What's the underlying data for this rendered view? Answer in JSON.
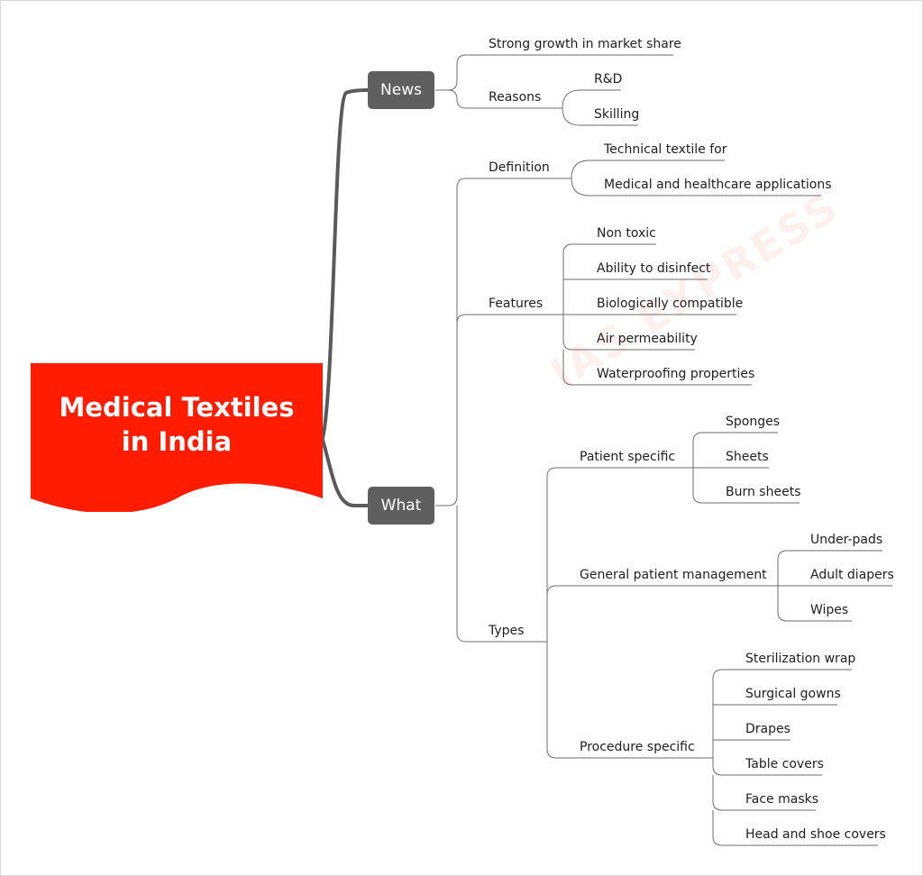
{
  "root": {
    "title": "Medical Textiles\nin India",
    "color": "#ff1c00"
  },
  "branches": {
    "news": {
      "label": "News",
      "items": {
        "strong_growth": "Strong growth in market share",
        "reasons": {
          "label": "Reasons",
          "children": [
            "R&D",
            "Skilling"
          ]
        }
      }
    },
    "what": {
      "label": "What",
      "items": {
        "definition": {
          "label": "Definition",
          "children": [
            "Technical textile for",
            "Medical and healthcare applications"
          ]
        },
        "features": {
          "label": "Features",
          "children": [
            "Non toxic",
            "Ability to disinfect",
            "Biologically compatible",
            "Air permeability",
            "Waterproofing properties"
          ]
        },
        "types": {
          "label": "Types",
          "patient_specific": {
            "label": "Patient specific",
            "children": [
              "Sponges",
              "Sheets",
              "Burn sheets"
            ]
          },
          "general_patient_management": {
            "label": "General patient management",
            "children": [
              "Under-pads",
              "Adult diapers",
              "Wipes"
            ]
          },
          "procedure_specific": {
            "label": "Procedure specific",
            "children": [
              "Sterilization wrap",
              "Surgical gowns",
              "Drapes",
              "Table covers",
              "Face masks",
              "Head and shoe covers"
            ]
          }
        }
      }
    }
  },
  "colors": {
    "branch_bg": "#5f5f5f",
    "line": "#6e6e6e",
    "spine": "#5a5a5a"
  }
}
